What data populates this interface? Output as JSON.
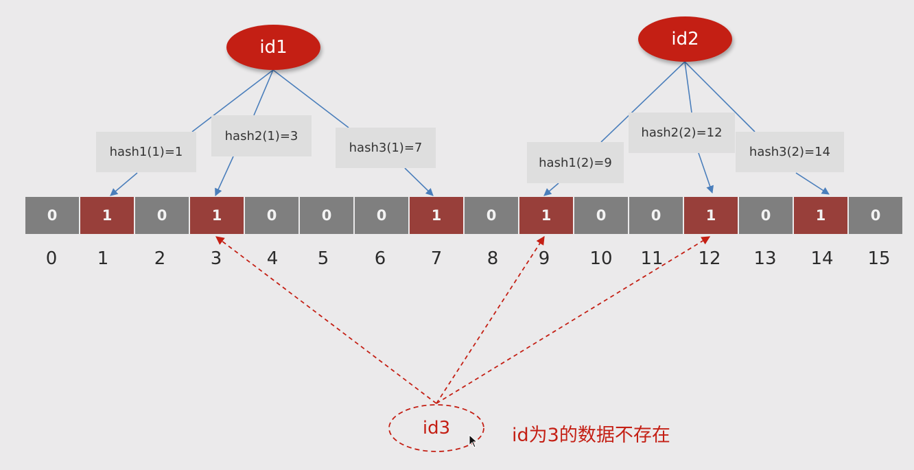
{
  "title": "Bloom filter: query for non-existent id",
  "bit_array": {
    "bits": [
      0,
      1,
      0,
      1,
      0,
      0,
      0,
      1,
      0,
      1,
      0,
      0,
      1,
      0,
      1,
      0
    ],
    "indices": [
      "0",
      "1",
      "2",
      "3",
      "4",
      "5",
      "6",
      "7",
      "8",
      "9",
      "10",
      "11",
      "12",
      "13",
      "14",
      "15"
    ]
  },
  "elements": [
    {
      "label": "id1",
      "hashes": [
        {
          "text": "hash1(1)=1",
          "target": 1
        },
        {
          "text": "hash2(1)=3",
          "target": 3
        },
        {
          "text": "hash3(1)=7",
          "target": 7
        }
      ]
    },
    {
      "label": "id2",
      "hashes": [
        {
          "text": "hash1(2)=9",
          "target": 9
        },
        {
          "text": "hash2(2)=12",
          "target": 12
        },
        {
          "text": "hash3(2)=14",
          "target": 14
        }
      ]
    }
  ],
  "query": {
    "label": "id3",
    "targets": [
      3,
      9,
      12
    ],
    "note": "id为3的数据不存在"
  },
  "colors": {
    "background": "#ebeaeb",
    "bit_zero": "#7f7f7f",
    "bit_one": "#983f3a",
    "node_fill": "#c41f14",
    "hash_arrow": "#4a7ebb",
    "query_arrow": "#c41f14",
    "hash_box": "#dedede"
  }
}
